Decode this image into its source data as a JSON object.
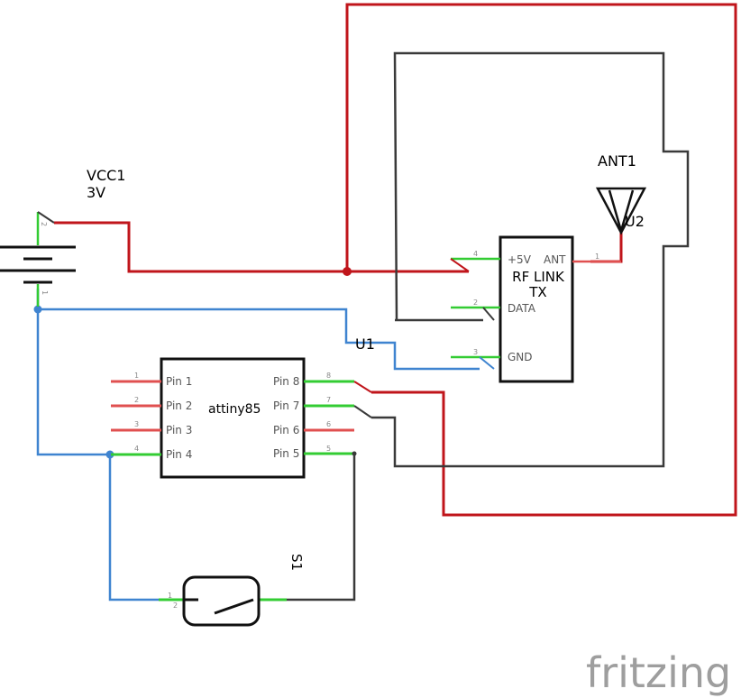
{
  "colors": {
    "red_wire": "#c0151b",
    "blue_wire": "#3f84d0",
    "black_wire": "#3a3a3a",
    "pin_green": "#33cc33",
    "pin_red": "#e05050",
    "watermark": "#9e9e9e"
  },
  "battery": {
    "name": "VCC1",
    "value": "3V",
    "pin_top": "2",
    "pin_bottom": "1"
  },
  "antenna": {
    "name": "ANT1"
  },
  "u2": {
    "name": "U2"
  },
  "rf_module": {
    "name": "U1",
    "title_line1": "RF LINK",
    "title_line2": "TX",
    "pin_vcc": "+5V",
    "pin_data": "DATA",
    "pin_gnd": "GND",
    "pin_ant": "ANT",
    "num_vcc": "4",
    "num_data": "2",
    "num_gnd": "3",
    "num_ant": "1"
  },
  "attiny": {
    "label": "attiny85",
    "left_pins": [
      {
        "label": "Pin 1",
        "num": "1"
      },
      {
        "label": "Pin 2",
        "num": "2"
      },
      {
        "label": "Pin 3",
        "num": "3"
      },
      {
        "label": "Pin 4",
        "num": "4"
      }
    ],
    "right_pins": [
      {
        "label": "Pin 8",
        "num": "8"
      },
      {
        "label": "Pin 7",
        "num": "7"
      },
      {
        "label": "Pin 6",
        "num": "6"
      },
      {
        "label": "Pin 5",
        "num": "5"
      }
    ]
  },
  "switch": {
    "name": "S1",
    "pin_a": "1",
    "pin_b": "2"
  },
  "watermark": {
    "text": "fritzing",
    "icon": "fritzing-logo-icon"
  }
}
